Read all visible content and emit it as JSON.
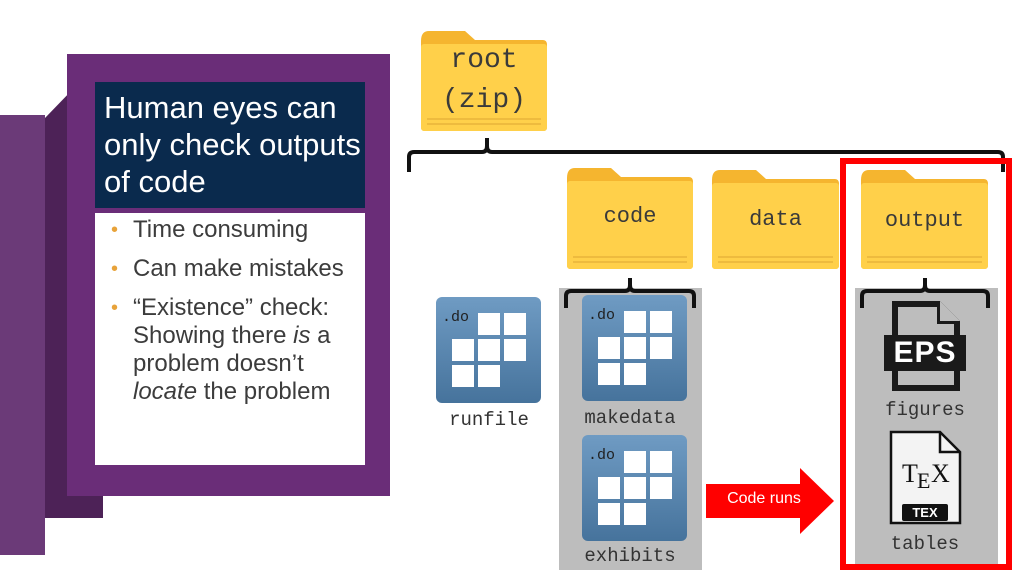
{
  "left_panel": {
    "title": "Human eyes can only check outputs of code",
    "bullets": {
      "b1": "Time consuming",
      "b2": "Can make mistakes",
      "b3_pre": "“Existence” check: Showing there ",
      "b3_is": "is",
      "b3_mid": " a problem doesn’t ",
      "b3_locate": "locate",
      "b3_post": " the problem"
    }
  },
  "folders": {
    "root_line1": "root",
    "root_line2": "(zip)",
    "code": "code",
    "data": "data",
    "output": "output"
  },
  "files": {
    "ext": ".do",
    "runfile": "runfile",
    "makedata": "makedata",
    "exhibits": "exhibits"
  },
  "outputs": {
    "eps_label": "EPS",
    "figures": "figures",
    "tex_label": "TEX",
    "tables": "tables"
  },
  "arrow_text": "Code runs",
  "colors": {
    "purple": "#6a2d78",
    "navy": "#0a2a4d",
    "folder_yellow": "#ffd04a",
    "red": "#ff0000",
    "do_blue": "#5a87b0"
  }
}
